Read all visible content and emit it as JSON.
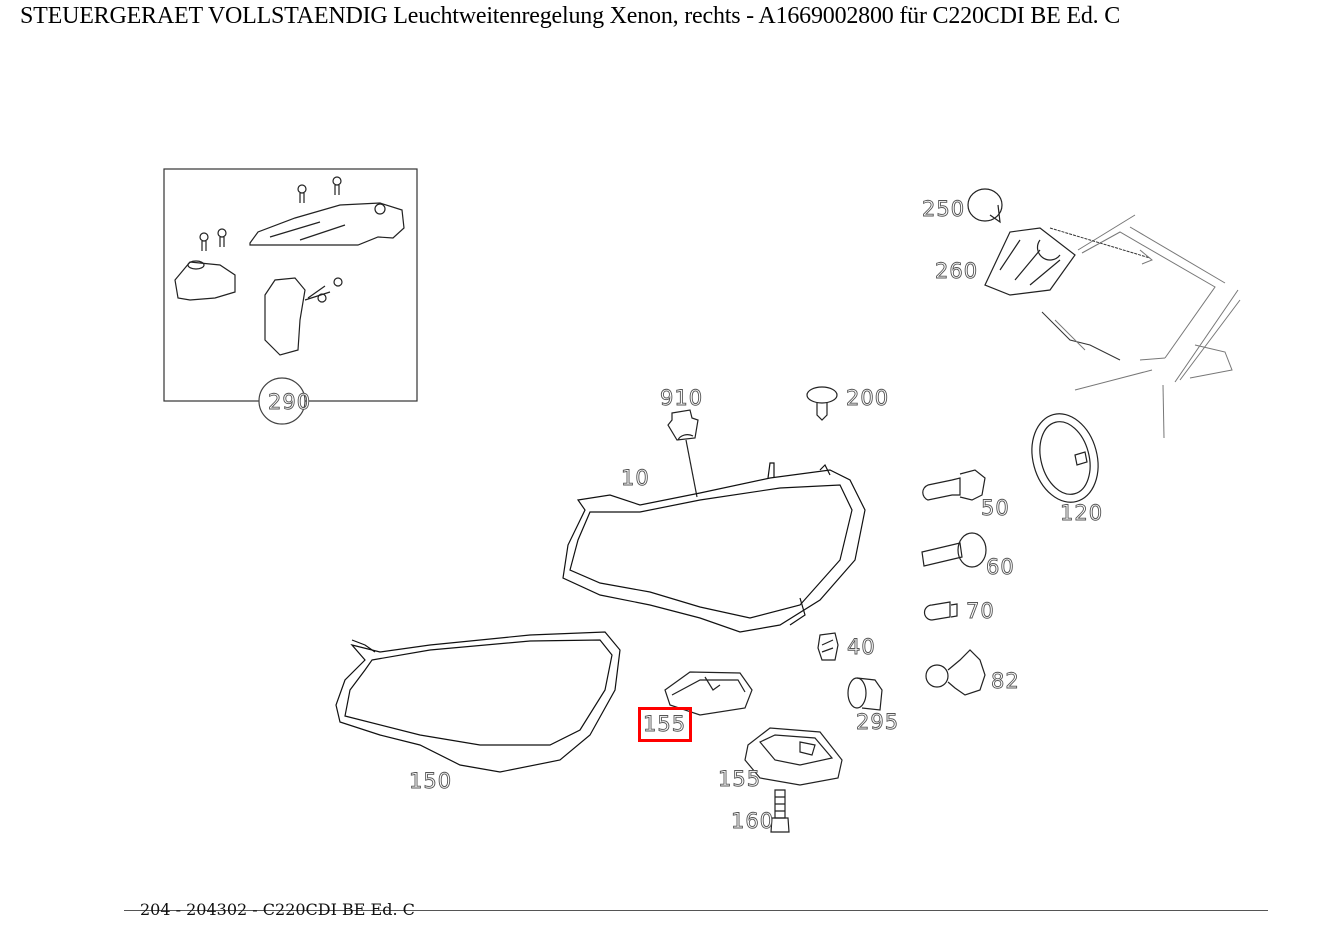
{
  "header": {
    "title": "STEUERGERAET VOLLSTAENDIG Leuchtweitenregelung Xenon, rechts - A1669002800 für C220CDI BE Ed. C"
  },
  "diagram": {
    "inset_label": "290",
    "highlight_color": "#ff0000",
    "highlighted_part": "155",
    "callouts": [
      {
        "id": "250",
        "label": "250"
      },
      {
        "id": "260",
        "label": "260"
      },
      {
        "id": "910",
        "label": "910"
      },
      {
        "id": "200",
        "label": "200"
      },
      {
        "id": "10",
        "label": "10"
      },
      {
        "id": "50",
        "label": "50"
      },
      {
        "id": "120",
        "label": "120"
      },
      {
        "id": "60",
        "label": "60"
      },
      {
        "id": "70",
        "label": "70"
      },
      {
        "id": "40",
        "label": "40"
      },
      {
        "id": "82",
        "label": "82"
      },
      {
        "id": "295",
        "label": "295"
      },
      {
        "id": "155a",
        "label": "155"
      },
      {
        "id": "155b",
        "label": "155"
      },
      {
        "id": "150",
        "label": "150"
      },
      {
        "id": "160",
        "label": "160"
      }
    ]
  },
  "footer": {
    "text": "204 - 204302 - C220CDI BE Ed. C"
  }
}
